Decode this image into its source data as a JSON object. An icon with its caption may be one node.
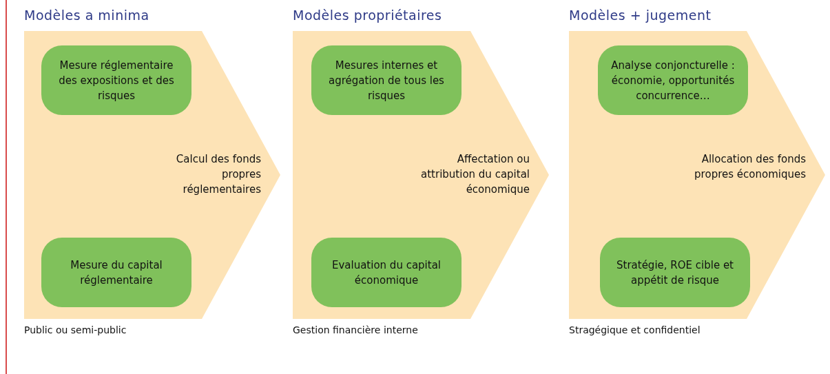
{
  "diagram": {
    "nodes": [
      {
        "text": [
          "Modèles a minima",
          "Calcul des fonds propres réglementaires"
        ],
        "beside": [
          "Public ou semi-public"
        ]
      },
      {
        "text": [
          "Mesure réglementaire des expositions et des risques"
        ],
        "in": 0
      },
      {
        "text": [
          "Mesure du capital réglementaire"
        ],
        "in": 0
      },
      {
        "text": [
          "Modèles propriétaires",
          "Affectation ou attribution du capital économique"
        ],
        "beside": [
          "Gestion financière interne"
        ]
      },
      {
        "text": [
          "Mesures internes et agrégation de tous les risques"
        ],
        "in": 3
      },
      {
        "text": [
          "Evaluation du capital économique"
        ],
        "in": 3
      },
      {
        "text": [
          "Modèles + jugement",
          "Allocation des fonds propres économiques"
        ],
        "beside": [
          "Stragégique et confidentiel"
        ]
      },
      {
        "text": [
          "Analyse conjoncturelle : économie, opportunités concurrence…"
        ],
        "in": 6
      },
      {
        "text": [
          "Stratégie, ROE cible et appétit de risque"
        ],
        "in": 6
      }
    ],
    "edges": []
  }
}
